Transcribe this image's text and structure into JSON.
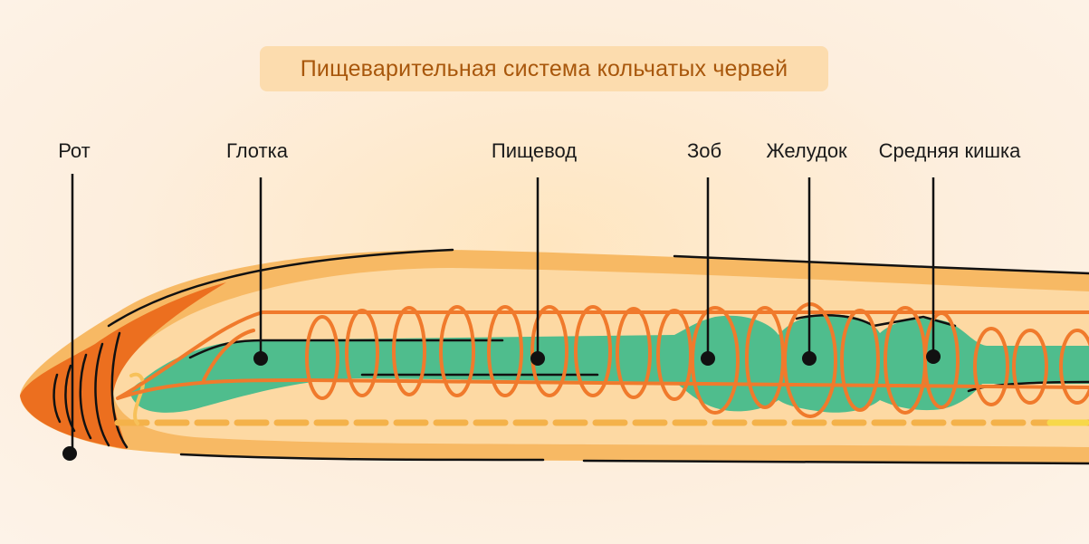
{
  "title": "Пищеварительная система кольчатых червей",
  "labels": {
    "mouth": "Рот",
    "pharynx": "Глотка",
    "esophagus": "Пищевод",
    "crop": "Зоб",
    "stomach": "Желудок",
    "midgut": "Средняя кишка"
  },
  "colors": {
    "body_outer": "#f7b964",
    "body_inner": "#fdd9a3",
    "head": "#ec6f1f",
    "gut": "#4fbd8d",
    "vessels": "#f07a2c",
    "nerve_cord": "#f4b24a",
    "line": "#111111"
  }
}
